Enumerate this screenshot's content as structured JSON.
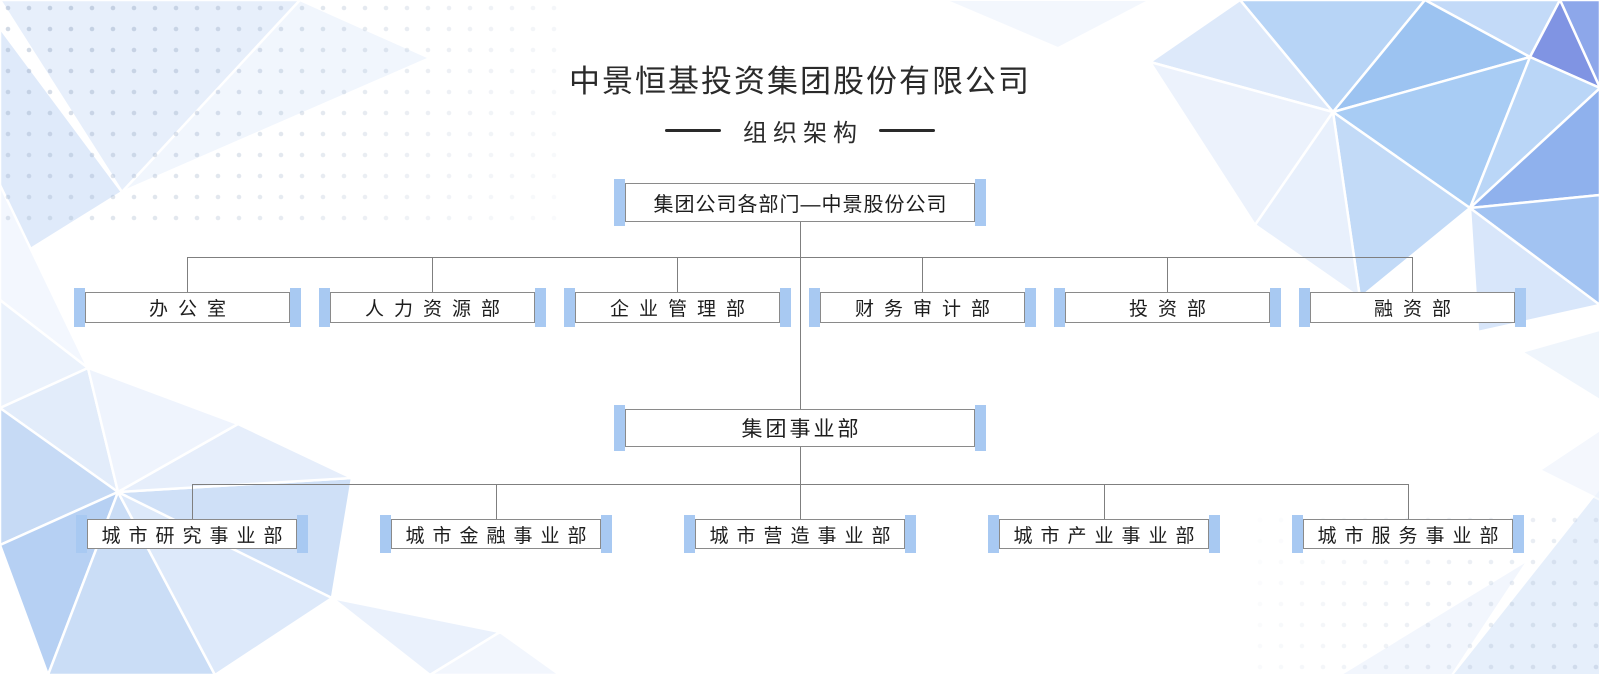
{
  "slide": {
    "title": "中景恒基投资集团股份有限公司",
    "subtitle": "组织架构"
  },
  "org_chart": {
    "root": {
      "label": "集团公司各部门—中景股份公司"
    },
    "departments": [
      {
        "label": "办公室"
      },
      {
        "label": "人力资源部"
      },
      {
        "label": "企业管理部"
      },
      {
        "label": "财务审计部"
      },
      {
        "label": "投资部"
      },
      {
        "label": "融资部"
      }
    ],
    "division_group": {
      "label": "集团事业部"
    },
    "divisions": [
      {
        "label": "城市研究事业部"
      },
      {
        "label": "城市金融事业部"
      },
      {
        "label": "城市营造事业部"
      },
      {
        "label": "城市产业事业部"
      },
      {
        "label": "城市服务事业部"
      }
    ]
  },
  "colors": {
    "accent_bar": "#a8c9f2",
    "box_border": "#8a8a8a",
    "connector_line": "#7f7f7f",
    "text": "#1d1d1d",
    "title_text": "#2a2a2a"
  }
}
